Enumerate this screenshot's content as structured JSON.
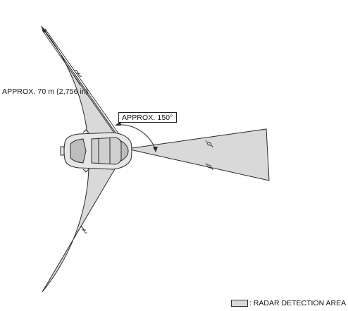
{
  "range_label": "APPROX. 70 m {2,756 in}",
  "angle_label": "APPROX. 150°",
  "legend": {
    "label": ": RADAR DETECTION AREA",
    "swatch_color": "#d9d9d9"
  },
  "colors": {
    "detection_area": "#d9d9d9",
    "outline": "#2a2a2a",
    "vehicle_body": "#e6e6e6"
  }
}
